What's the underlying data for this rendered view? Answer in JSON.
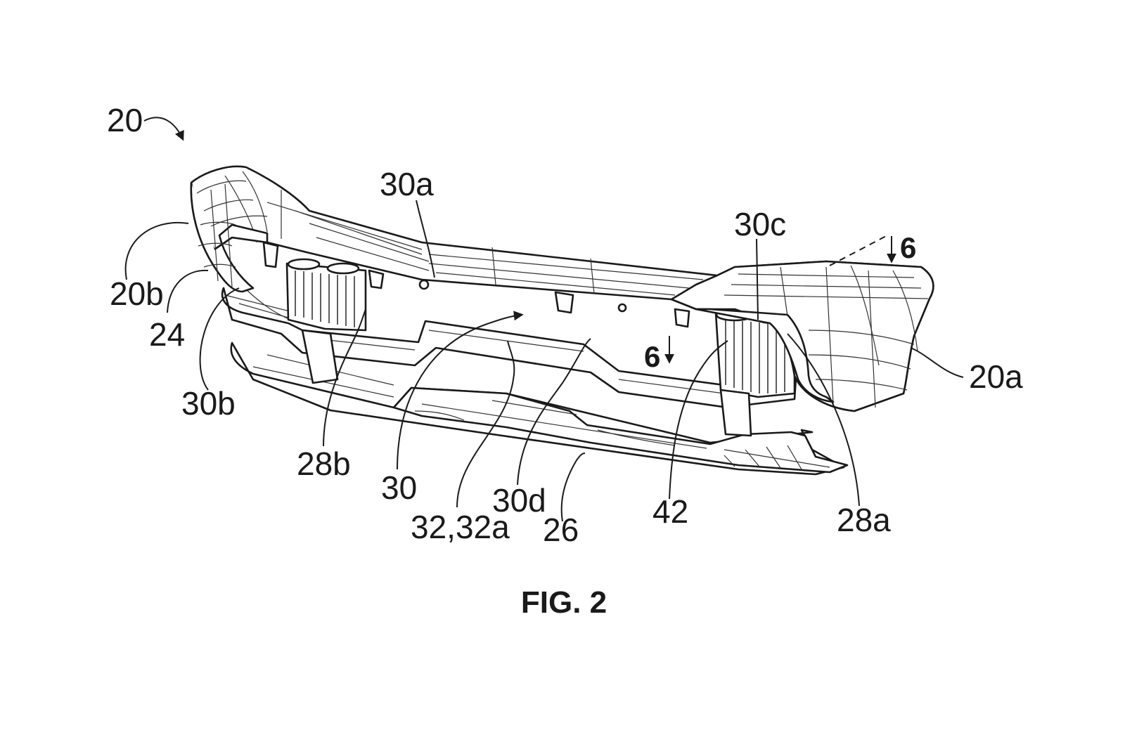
{
  "figure": {
    "caption": "FIG. 2",
    "labels": {
      "l20": "20",
      "l30a": "30a",
      "l30c": "30c",
      "l6top": "6",
      "l20b": "20b",
      "l24": "24",
      "l6mid": "6",
      "l20a": "20a",
      "l30b": "30b",
      "l28b": "28b",
      "l30": "30",
      "l32": "32,32a",
      "l30d": "30d",
      "l26": "26",
      "l42": "42",
      "l28a": "28a"
    }
  }
}
